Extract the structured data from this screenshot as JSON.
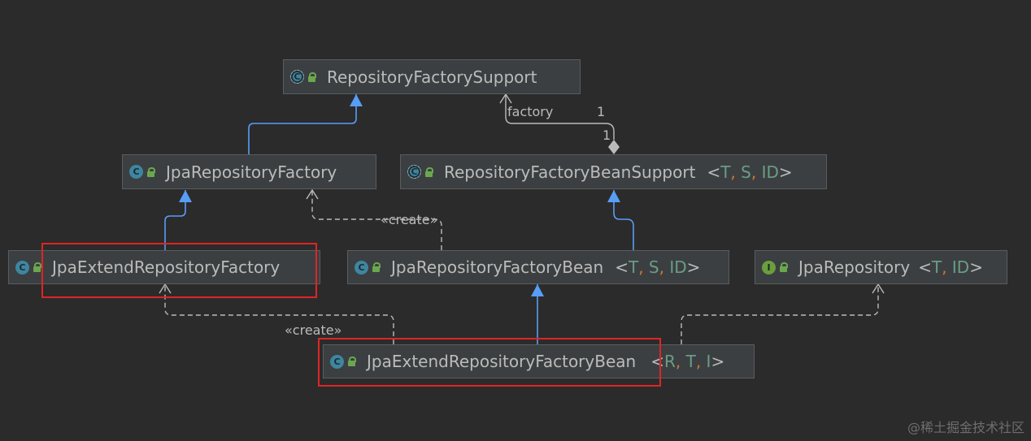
{
  "nodes": {
    "repository_factory_support": {
      "name": "RepositoryFactorySupport",
      "icon": "abstract-class-icon",
      "generics": []
    },
    "jpa_repository_factory": {
      "name": "JpaRepositoryFactory",
      "icon": "class-icon",
      "generics": []
    },
    "repository_factory_bean_support": {
      "name": "RepositoryFactoryBeanSupport",
      "icon": "abstract-class-icon",
      "generics": [
        "T",
        "S",
        "ID"
      ]
    },
    "jpa_extend_repository_factory": {
      "name": "JpaExtendRepositoryFactory",
      "icon": "class-icon",
      "generics": []
    },
    "jpa_repository_factory_bean": {
      "name": "JpaRepositoryFactoryBean",
      "icon": "class-icon",
      "generics": [
        "T",
        "S",
        "ID"
      ]
    },
    "jpa_repository": {
      "name": "JpaRepository",
      "icon": "interface-icon",
      "generics": [
        "T",
        "ID"
      ]
    },
    "jpa_extend_repository_factory_bean": {
      "name": "JpaExtendRepositoryFactoryBean",
      "icon": "class-icon",
      "generics": [
        "R",
        "T",
        "I"
      ]
    }
  },
  "icon_letters": {
    "class": "C",
    "interface": "I"
  },
  "labels": {
    "factory": "factory",
    "mult_top": "1",
    "mult_bottom": "1",
    "create_1": "«create»",
    "create_2": "«create»"
  },
  "watermark": "@稀土掘金技术社区",
  "colors": {
    "background": "#2b2b2b",
    "node_fill": "#3c3f41",
    "inheritance_arrow": "#589df6",
    "dependency_line": "#bbbbbb",
    "highlight": "#e02424",
    "generic_param": "#6a9d86",
    "generic_sep": "#cc7832"
  }
}
